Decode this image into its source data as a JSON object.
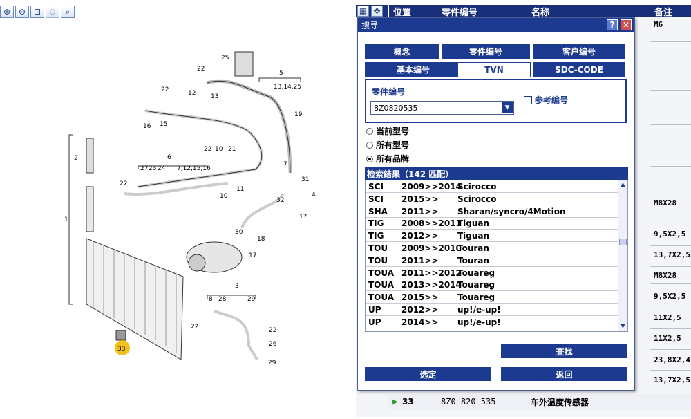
{
  "toolbar": {
    "icons": [
      "zoom-in-icon",
      "zoom-out-icon",
      "zoom-fit-icon",
      "zoom-disabled-icon",
      "zoom-search-icon"
    ]
  },
  "diagram": {
    "labels": [
      "25",
      "5",
      "13,14,25",
      "22",
      "22",
      "12",
      "13",
      "16",
      "15",
      "19",
      "2",
      "22",
      "10",
      "21",
      "7",
      "6",
      "27",
      "23",
      "24",
      "7,12,15,16",
      "22",
      "10",
      "11",
      "31",
      "32",
      "4",
      "17",
      "1",
      "30",
      "18",
      "17",
      "3",
      "8",
      "28",
      "29",
      "22",
      "22",
      "26",
      "29",
      "33"
    ],
    "highlight": "33"
  },
  "table": {
    "headers": {
      "position": "位置",
      "part_no": "零件编号",
      "name": "名称",
      "note": "备注"
    },
    "notes": [
      "M6",
      "M8X28",
      "9,5X2,5",
      "13,7X2,5",
      "M8X28",
      "9,5X2,5",
      "11X2,5",
      "11X2,5",
      "23,8X2,4",
      "13,7X2,5"
    ],
    "bottom_row": {
      "pos": "33",
      "part_no": "8Z0 820 535",
      "name": "车外温度传感器"
    }
  },
  "dialog": {
    "title": "搜寻",
    "help_btn": "?",
    "close_btn": "✕",
    "tabs": [
      "概念",
      "零件编号",
      "客户编号",
      "基本编号",
      "TVN",
      "SDC-CODE"
    ],
    "active_tab": "TVN",
    "field_label": "零件编号",
    "field_value": "8Z0820535",
    "ref_checkbox": "参考编号",
    "radios": [
      "当前型号",
      "所有型号",
      "所有品牌"
    ],
    "selected_radio": "所有品牌",
    "results_title": "检索结果（142 匹配）",
    "results": [
      {
        "code": "SCI",
        "year": "2009>>2014",
        "model": "Scirocco"
      },
      {
        "code": "SCI",
        "year": "2015>>",
        "model": "Scirocco"
      },
      {
        "code": "SHA",
        "year": "2011>>",
        "model": "Sharan/syncro/4Motion"
      },
      {
        "code": "TIG",
        "year": "2008>>2011",
        "model": "Tiguan"
      },
      {
        "code": "TIG",
        "year": "2012>>",
        "model": "Tiguan"
      },
      {
        "code": "TOU",
        "year": "2009>>2010",
        "model": "Touran"
      },
      {
        "code": "TOU",
        "year": "2011>>",
        "model": "Touran"
      },
      {
        "code": "TOUA",
        "year": "2011>>2012",
        "model": "Touareg"
      },
      {
        "code": "TOUA",
        "year": "2013>>2014",
        "model": "Touareg"
      },
      {
        "code": "TOUA",
        "year": "2015>>",
        "model": "Touareg"
      },
      {
        "code": "UP",
        "year": "2012>>",
        "model": "up!/e-up!"
      },
      {
        "code": "UP",
        "year": "2014>>",
        "model": "up!/e-up!"
      }
    ],
    "find_btn": "查找",
    "select_btn": "选定",
    "back_btn": "返回"
  },
  "colors": {
    "header_bg": "#1a2f7a",
    "dialog_blue": "#1c3a8f",
    "highlight": "#f2c21b"
  }
}
